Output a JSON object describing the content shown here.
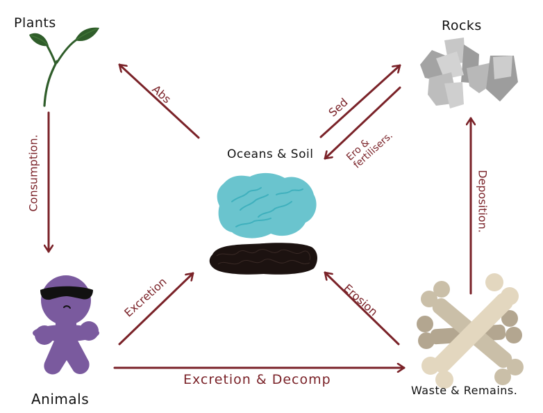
{
  "colors": {
    "arrow": "#7a2228",
    "label_text": "#111111",
    "plant_leaf": "#2f5d2a",
    "plant_stem": "#2f5d2a",
    "ocean": "#6ac4ce",
    "ocean_waves": "#3fb0bd",
    "soil": "#1c1210",
    "rock_light": "#c9c9c9",
    "rock_dark": "#a3a3a3",
    "animal": "#7a5a9e",
    "sunglasses": "#111111",
    "bone_light": "#e3d7bf",
    "bone_dark": "#b3a690"
  },
  "nodes": {
    "plants": {
      "label": "Plants",
      "icon": "sprout-icon"
    },
    "rocks": {
      "label": "Rocks",
      "icon": "rocks-icon"
    },
    "oceans_soil": {
      "label": "Oceans & Soil",
      "icon": "ocean-soil-icon"
    },
    "animals": {
      "label": "Animals",
      "icon": "figure-icon"
    },
    "waste_remains": {
      "label": "Waste & Remains.",
      "icon": "crossbones-icon"
    }
  },
  "edges": [
    {
      "id": "consumption",
      "from": "Plants",
      "to": "Animals",
      "label": "Consumption."
    },
    {
      "id": "abs",
      "from": "Oceans & Soil",
      "to": "Plants",
      "label": "Abs"
    },
    {
      "id": "sed",
      "from": "Oceans & Soil",
      "to": "Rocks",
      "label": "Sed"
    },
    {
      "id": "ero_fertilisers",
      "from": "Rocks",
      "to": "Oceans & Soil",
      "label": "Ero & fertilisers."
    },
    {
      "id": "deposition",
      "from": "Waste & Remains.",
      "to": "Rocks",
      "label": "Deposition."
    },
    {
      "id": "excretion",
      "from": "Animals",
      "to": "Oceans & Soil",
      "label": "Excretion"
    },
    {
      "id": "erosion",
      "from": "Waste & Remains.",
      "to": "Oceans & Soil",
      "label": "Erosion"
    },
    {
      "id": "excretion_decomp",
      "from": "Animals",
      "to": "Waste & Remains.",
      "label": "Excretion & Decomp"
    }
  ]
}
